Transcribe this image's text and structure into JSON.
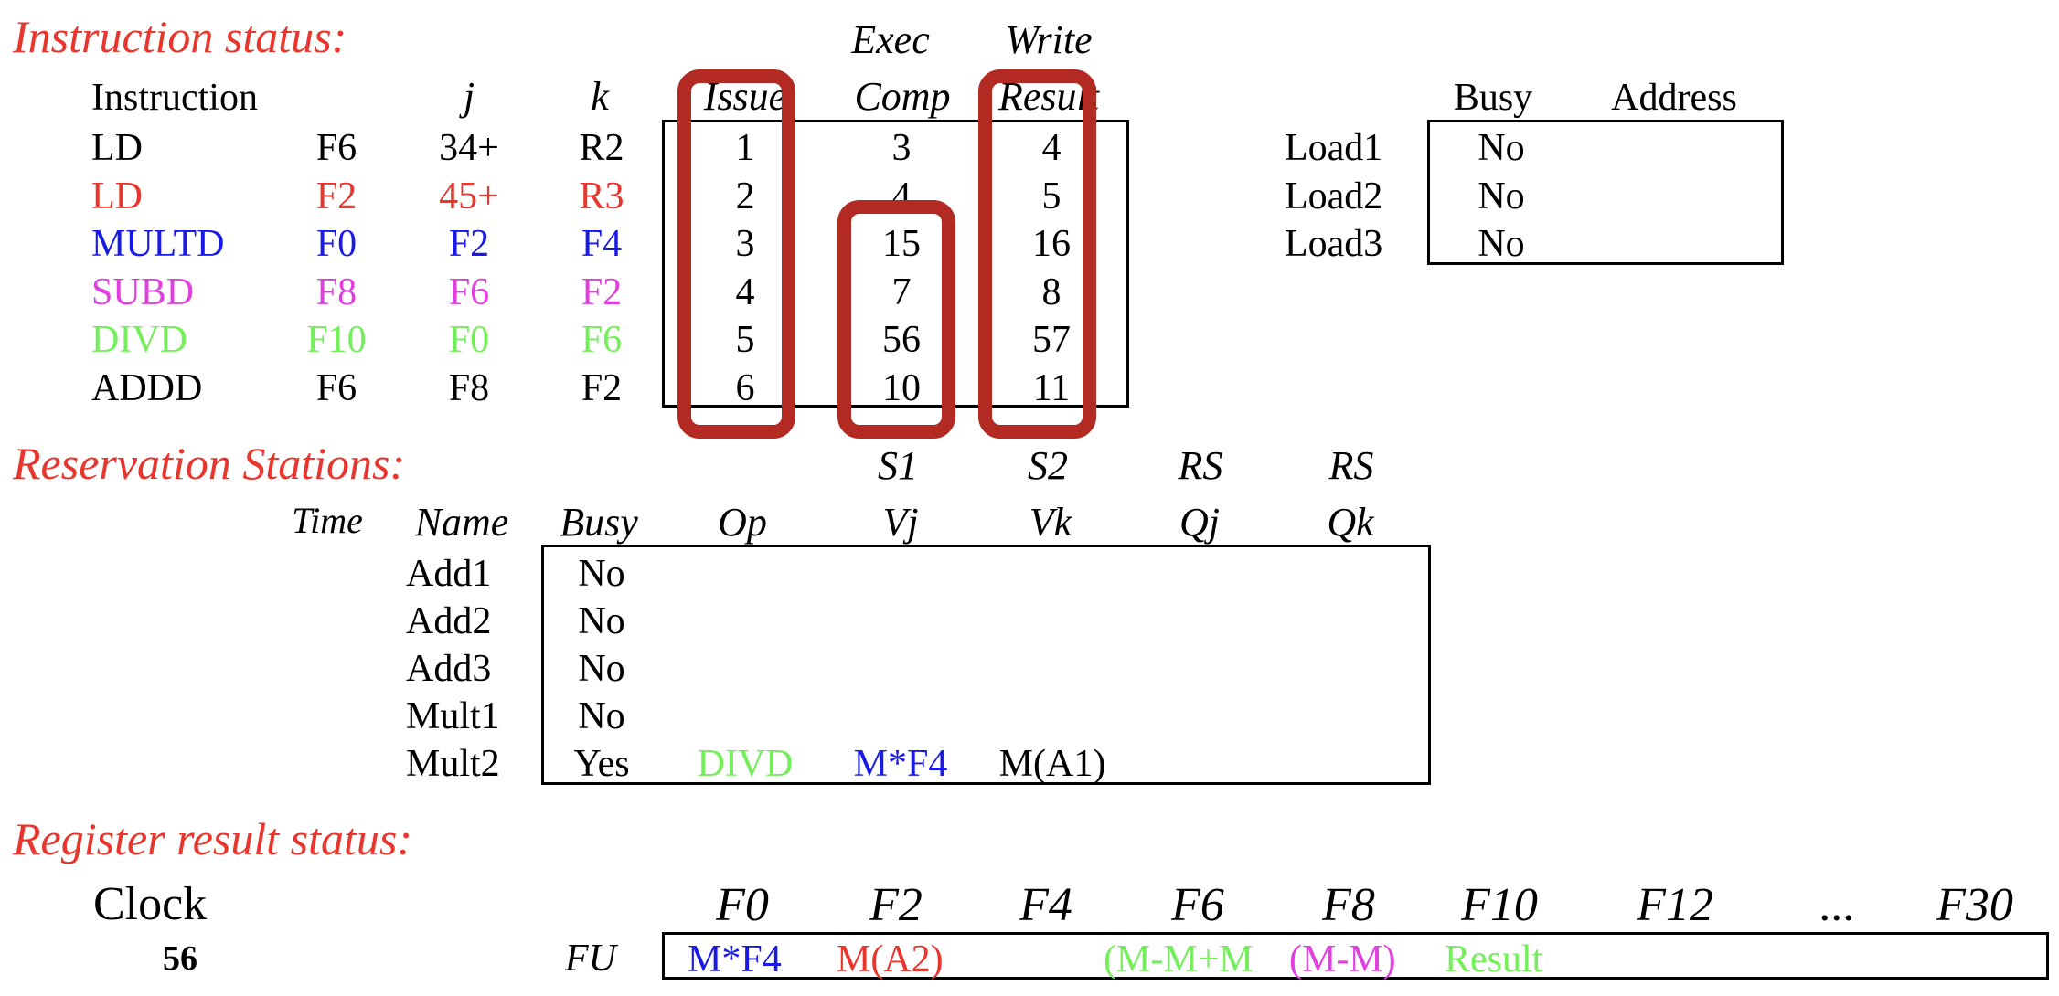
{
  "instruction_status": {
    "title": "Instruction status:",
    "col_top": {
      "exec": "Exec",
      "write": "Write"
    },
    "col_headers": {
      "instruction": "Instruction",
      "j": "j",
      "k": "k",
      "issue": "Issue",
      "exec": "Comp",
      "write": "Result"
    },
    "rows": [
      {
        "op": "LD",
        "dest": "F6",
        "j": "34+",
        "k": "R2",
        "issue": "1",
        "exec": "3",
        "write": "4",
        "color": "#000000"
      },
      {
        "op": "LD",
        "dest": "F2",
        "j": "45+",
        "k": "R3",
        "issue": "2",
        "exec": "4",
        "write": "5",
        "color": "#e8352d"
      },
      {
        "op": "MULTD",
        "dest": "F0",
        "j": "F2",
        "k": "F4",
        "issue": "3",
        "exec": "15",
        "write": "16",
        "color": "#1a1ae6"
      },
      {
        "op": "SUBD",
        "dest": "F8",
        "j": "F6",
        "k": "F2",
        "issue": "4",
        "exec": "7",
        "write": "8",
        "color": "#e23fe0"
      },
      {
        "op": "DIVD",
        "dest": "F10",
        "j": "F0",
        "k": "F6",
        "issue": "5",
        "exec": "56",
        "write": "57",
        "color": "#74ee5a"
      },
      {
        "op": "ADDD",
        "dest": "F6",
        "j": "F8",
        "k": "F2",
        "issue": "6",
        "exec": "10",
        "write": "11",
        "color": "#000000"
      }
    ]
  },
  "load_buffers": {
    "headers": {
      "busy": "Busy",
      "address": "Address"
    },
    "rows": [
      {
        "name": "Load1",
        "busy": "No",
        "address": ""
      },
      {
        "name": "Load2",
        "busy": "No",
        "address": ""
      },
      {
        "name": "Load3",
        "busy": "No",
        "address": ""
      }
    ]
  },
  "reservation_stations": {
    "title": "Reservation Stations:",
    "col_top": {
      "s1": "S1",
      "s2": "S2",
      "rs1": "RS",
      "rs2": "RS"
    },
    "col_headers": {
      "time": "Time",
      "name": "Name",
      "busy": "Busy",
      "op": "Op",
      "vj": "Vj",
      "vk": "Vk",
      "qj": "Qj",
      "qk": "Qk"
    },
    "rows": [
      {
        "time": "",
        "name": "Add1",
        "busy": "No",
        "op": "",
        "vj": "",
        "vk": "",
        "qj": "",
        "qk": ""
      },
      {
        "time": "",
        "name": "Add2",
        "busy": "No",
        "op": "",
        "vj": "",
        "vk": "",
        "qj": "",
        "qk": ""
      },
      {
        "time": "",
        "name": "Add3",
        "busy": "No",
        "op": "",
        "vj": "",
        "vk": "",
        "qj": "",
        "qk": ""
      },
      {
        "time": "",
        "name": "Mult1",
        "busy": "No",
        "op": "",
        "vj": "",
        "vk": "",
        "qj": "",
        "qk": ""
      },
      {
        "time": "",
        "name": "Mult2",
        "busy": "Yes",
        "op": "DIVD",
        "vj": "M*F4",
        "vk": "M(A1)",
        "qj": "",
        "qk": "",
        "op_color": "#74ee5a",
        "vj_color": "#1a1ae6",
        "vk_color": "#000000"
      }
    ]
  },
  "register_status": {
    "title": "Register result status:",
    "clock_label": "Clock",
    "clock_value": "56",
    "fu_label": "FU",
    "registers": [
      "F0",
      "F2",
      "F4",
      "F6",
      "F8",
      "F10",
      "F12",
      "...",
      "F30"
    ],
    "values": [
      {
        "text": "M*F4",
        "color": "#1a1ae6"
      },
      {
        "text": "M(A2)",
        "color": "#e8352d"
      },
      {
        "text": "",
        "color": "#000000"
      },
      {
        "text": "(M-M+M",
        "color": "#74ee5a"
      },
      {
        "text": "(M-M)",
        "color": "#e23fe0"
      },
      {
        "text": "Result",
        "color": "#74ee5a"
      },
      {
        "text": "",
        "color": "#000000"
      },
      {
        "text": "",
        "color": "#000000"
      },
      {
        "text": "",
        "color": "#000000"
      }
    ]
  }
}
